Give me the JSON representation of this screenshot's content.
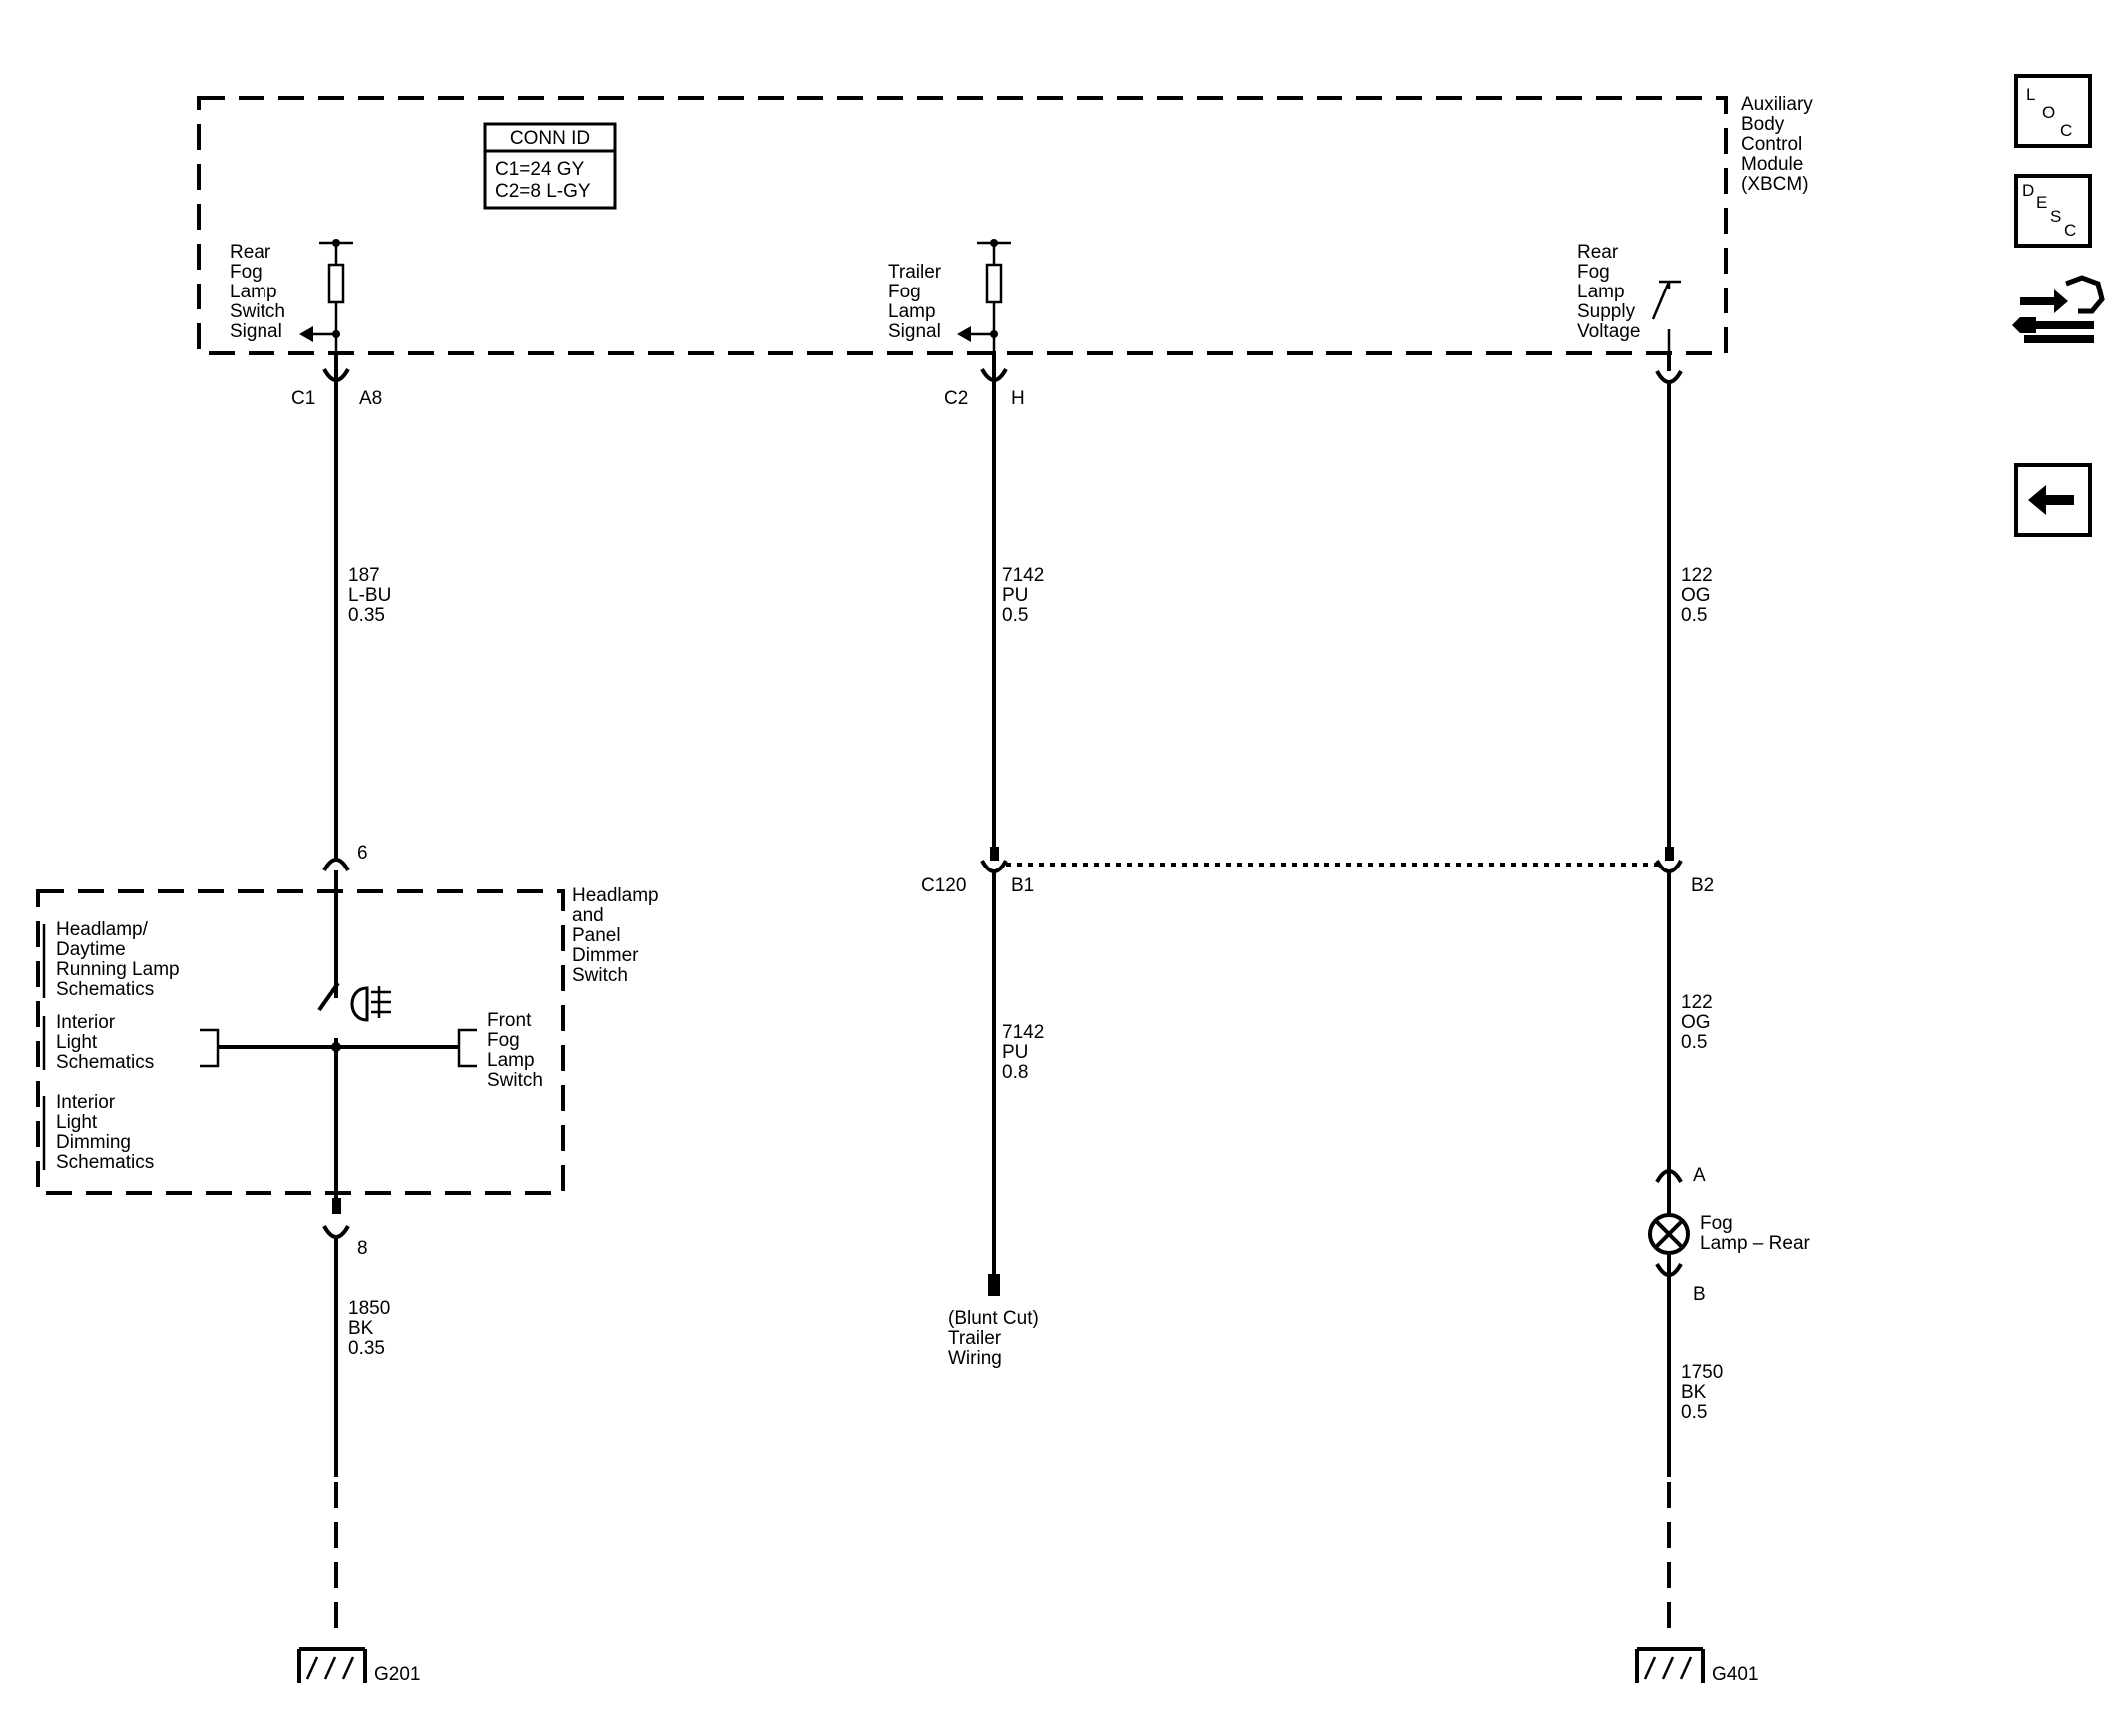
{
  "conn_id": {
    "title": "CONN ID",
    "c1": "C1=24 GY",
    "c2": "C2=8 L-GY"
  },
  "module": {
    "name_lines": [
      "Auxiliary",
      "Body",
      "Control",
      "Module",
      "(XBCM)"
    ]
  },
  "circuits": {
    "rear_fog_switch_signal": {
      "label_lines": [
        "Rear",
        "Fog",
        "Lamp",
        "Switch",
        "Signal"
      ],
      "connector": "C1",
      "pin": "A8",
      "wire": [
        "187",
        "L-BU",
        "0.35"
      ]
    },
    "trailer_fog_signal": {
      "label_lines": [
        "Trailer",
        "Fog",
        "Lamp",
        "Signal"
      ],
      "connector": "C2",
      "pin": "H",
      "wire_upper": [
        "7142",
        "PU",
        "0.5"
      ],
      "wire_lower": [
        "7142",
        "PU",
        "0.8"
      ],
      "end_label": [
        "(Blunt Cut)",
        "Trailer",
        "Wiring"
      ]
    },
    "rear_fog_supply": {
      "label_lines": [
        "Rear",
        "Fog",
        "Lamp",
        "Supply",
        "Voltage"
      ],
      "wire_upper": [
        "122",
        "OG",
        "0.5"
      ],
      "wire_lower": [
        "122",
        "OG",
        "0.5"
      ],
      "ground_wire": [
        "1750",
        "BK",
        "0.5"
      ],
      "ground": "G401"
    }
  },
  "inline_connector": {
    "name": "C120",
    "pin_left": "B1",
    "pin_right": "B2"
  },
  "switch_assembly": {
    "name_lines": [
      "Headlamp",
      "and",
      "Panel",
      "Dimmer",
      "Switch"
    ],
    "pin_top": "6",
    "pin_bottom": "8",
    "refs": {
      "headlamp": [
        "Headlamp/",
        "Daytime",
        "Running Lamp",
        "Schematics"
      ],
      "interior_light": [
        "Interior",
        "Light",
        "Schematics"
      ],
      "interior_dimming": [
        "Interior",
        "Light",
        "Dimming",
        "Schematics"
      ],
      "front_fog": [
        "Front",
        "Fog",
        "Lamp",
        "Switch"
      ]
    },
    "ground_wire": [
      "1850",
      "BK",
      "0.35"
    ],
    "ground": "G201"
  },
  "lamp": {
    "name_lines": [
      "Fog",
      "Lamp – Rear"
    ],
    "pin_a": "A",
    "pin_b": "B"
  },
  "nav": {
    "loc": [
      "L",
      "O",
      "C"
    ],
    "desc": [
      "D",
      "E",
      "S",
      "C"
    ]
  }
}
